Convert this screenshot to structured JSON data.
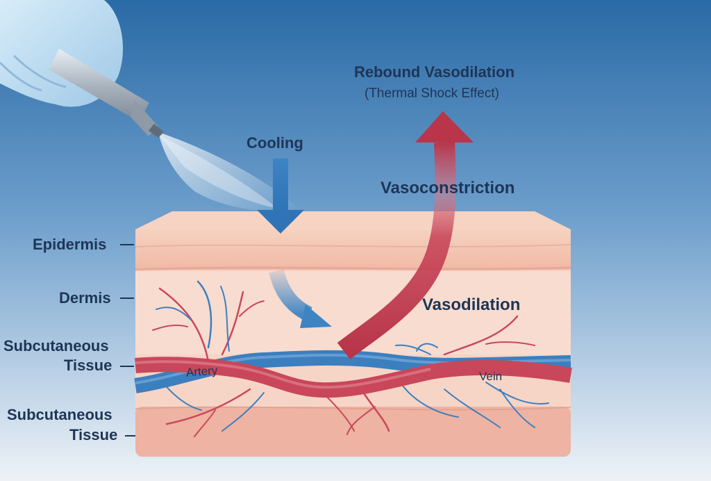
{
  "labels": {
    "epidermis": "Epidermis",
    "dermis": "Dermis",
    "subcutaneous_1_line1": "Subcutaneous",
    "subcutaneous_1_line2": "Tissue",
    "subcutaneous_2_line1": "Subcutaneous",
    "subcutaneous_2_line2": "Tissue",
    "cooling": "Cooling",
    "rebound_title": "Rebound Vasodilation",
    "rebound_subtitle": "(Thermal Shock Effect)",
    "vasoconstriction": "Vasoconstriction",
    "vasodilation": "Vasodilation",
    "artery": "Artery",
    "vein": "Vein"
  },
  "icons": {
    "gloved_hand": "gloved-hand-icon",
    "spray_nozzle": "spray-can-icon"
  },
  "colors": {
    "background_top": "#2a6aa6",
    "background_bottom": "#eef2f7",
    "cooling_arrow": "#3d84c4",
    "rebound_arrow": "#b8354a",
    "artery": "#c9475a",
    "vein": "#3c7fbf",
    "skin_top": "#f2c2ad",
    "skin_mid": "#f6d3c4",
    "label_text": "#1e3556"
  }
}
